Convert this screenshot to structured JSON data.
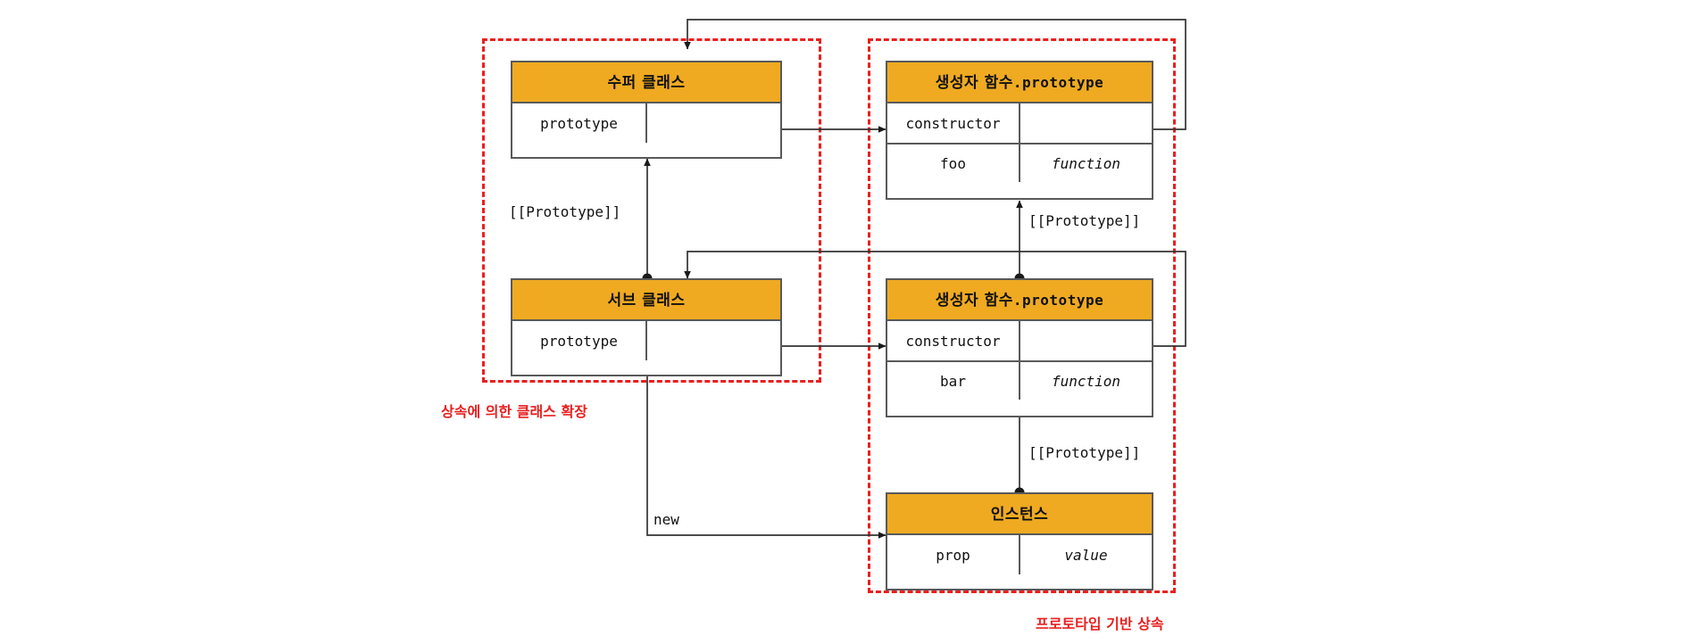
{
  "diagram": {
    "title": "JavaScript class inheritance / prototype chain diagram",
    "colors": {
      "box_header_fill": "#efaa22",
      "box_border": "#595959",
      "group_dashed": "#e8201f",
      "caption_text": "#e8201f",
      "wire": "#333333",
      "page_background": "#ffffff"
    },
    "boxes": [
      {
        "id": "super-class",
        "title": "수퍼 클래스",
        "title_mono": "",
        "rows": [
          {
            "key": "prototype",
            "value": "",
            "value_kind": "pointer"
          }
        ]
      },
      {
        "id": "super-prototype",
        "title": "생성자 함수",
        "title_mono": ".prototype",
        "rows": [
          {
            "key": "constructor",
            "value": "",
            "value_kind": "pointer"
          },
          {
            "key": "foo",
            "value": "function",
            "value_kind": "italic"
          }
        ]
      },
      {
        "id": "sub-class",
        "title": "서브 클래스",
        "title_mono": "",
        "rows": [
          {
            "key": "prototype",
            "value": "",
            "value_kind": "pointer"
          }
        ]
      },
      {
        "id": "sub-prototype",
        "title": "생성자 함수",
        "title_mono": ".prototype",
        "rows": [
          {
            "key": "constructor",
            "value": "",
            "value_kind": "pointer"
          },
          {
            "key": "bar",
            "value": "function",
            "value_kind": "italic"
          }
        ]
      },
      {
        "id": "instance",
        "title": "인스턴스",
        "title_mono": "",
        "rows": [
          {
            "key": "prop",
            "value": "value",
            "value_kind": "italic"
          }
        ]
      }
    ],
    "edge_labels": [
      {
        "id": "proto-super-sub",
        "text": "[[Prototype]]"
      },
      {
        "id": "proto-superproto-subproto",
        "text": "[[Prototype]]"
      },
      {
        "id": "proto-instance-subproto",
        "text": "[[Prototype]]"
      },
      {
        "id": "new",
        "text": "new"
      }
    ],
    "captions": [
      {
        "id": "class-extension",
        "text": "상속에 의한 클래스 확장"
      },
      {
        "id": "prototype-inheritance",
        "text": "프로토타입 기반 상속"
      }
    ],
    "groups": [
      {
        "id": "class-group",
        "label_ref": "class-extension"
      },
      {
        "id": "prototype-group",
        "label_ref": "prototype-inheritance"
      }
    ]
  }
}
